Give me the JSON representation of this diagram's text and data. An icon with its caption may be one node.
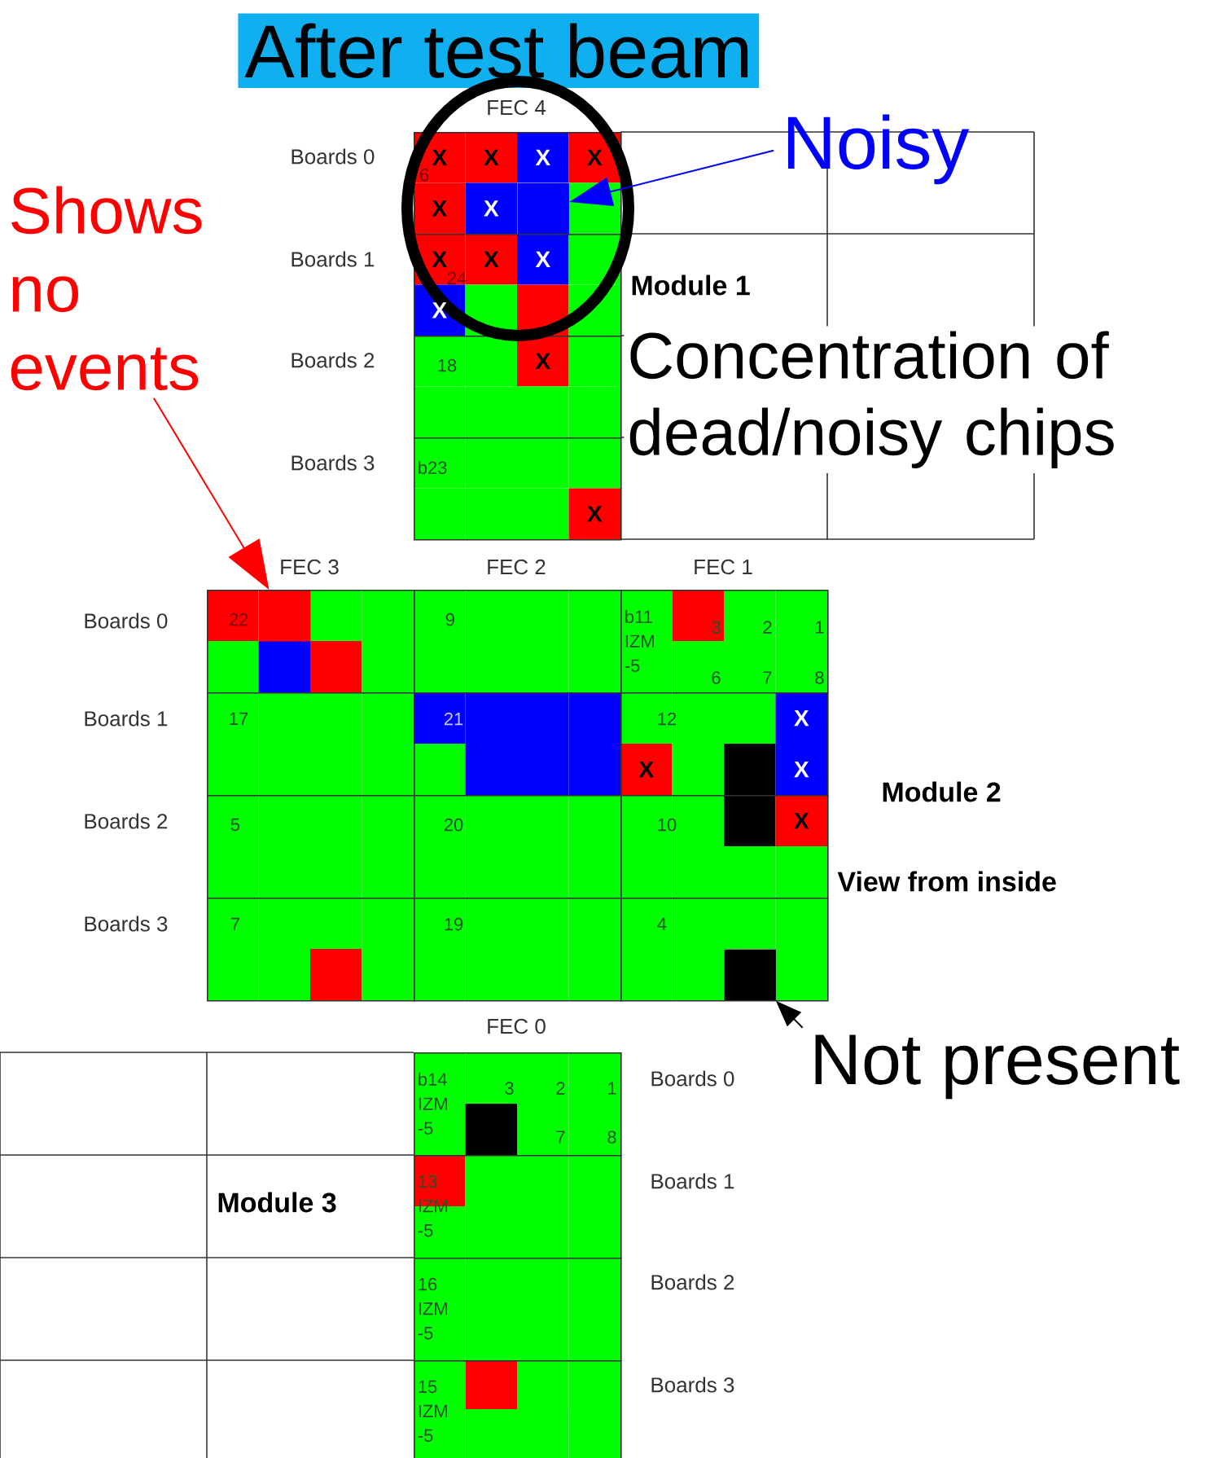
{
  "diagram": {
    "title": "After test beam",
    "nodes": [
      {
        "text": [
          "Noisy"
        ]
      },
      {
        "text": [
          "Shows no events"
        ]
      },
      {
        "text": [
          "6"
        ]
      },
      {
        "text": [],
        "shape": "box",
        "in": 2
      },
      {
        "text": [
          "24"
        ]
      },
      {
        "text": [
          "18"
        ]
      },
      {
        "text": [
          "b23"
        ]
      },
      {
        "text": [
          "22"
        ]
      },
      {
        "text": [],
        "shape": "box",
        "in": 7
      },
      {
        "text": [
          "9"
        ]
      },
      {
        "text": [
          "b11 IZM -5"
        ]
      },
      {
        "text": [
          "17"
        ]
      },
      {
        "text": [
          "21"
        ]
      },
      {
        "text": [
          "12"
        ]
      },
      {
        "text": [
          "5"
        ]
      },
      {
        "text": [
          "20"
        ]
      },
      {
        "text": [
          "10"
        ]
      },
      {
        "text": [
          "7"
        ]
      },
      {
        "text": [
          "19"
        ]
      },
      {
        "text": [
          "4"
        ]
      },
      {
        "text": [],
        "shape": "box",
        "in": 19
      },
      {
        "text": [
          "Not present"
        ]
      },
      {
        "text": [
          "b14 IZM -5"
        ]
      },
      {
        "text": [
          "13 IZM -5"
        ]
      },
      {
        "text": [
          "16 IZM -5"
        ]
      },
      {
        "text": [
          "15 IZM -5"
        ]
      }
    ],
    "edges": [
      {
        "from": 0,
        "to": 3,
        "arrow": "to",
        "color": "#0000ff"
      },
      {
        "from": 1,
        "to": 8,
        "arrow": "to",
        "color": "#ff0000"
      },
      {
        "from": 21,
        "to": 20,
        "arrow": "to",
        "color": "#000000"
      }
    ],
    "labels": [
      "FEC 4",
      "Boards 0",
      "Boards 1",
      "Boards 2",
      "Boards 3",
      "Module 1",
      "Concentration of dead/noisy chips",
      "X",
      "X",
      "X",
      "X",
      "X",
      "X",
      "X",
      "X",
      "X",
      "X",
      "X",
      "X",
      "X",
      "X",
      "X",
      "X",
      "FEC 3",
      "FEC 2",
      "FEC 1",
      "Boards 0",
      "Boards 1",
      "Boards 2",
      "Boards 3",
      "3",
      "2",
      "1",
      "6",
      "7",
      "8",
      "Module 2",
      "View from inside",
      "FEC 0",
      "3",
      "2",
      "1",
      "7",
      "8",
      "Boards 0",
      "Boards 1",
      "Boards 2",
      "Boards 3",
      "Module 3"
    ]
  }
}
